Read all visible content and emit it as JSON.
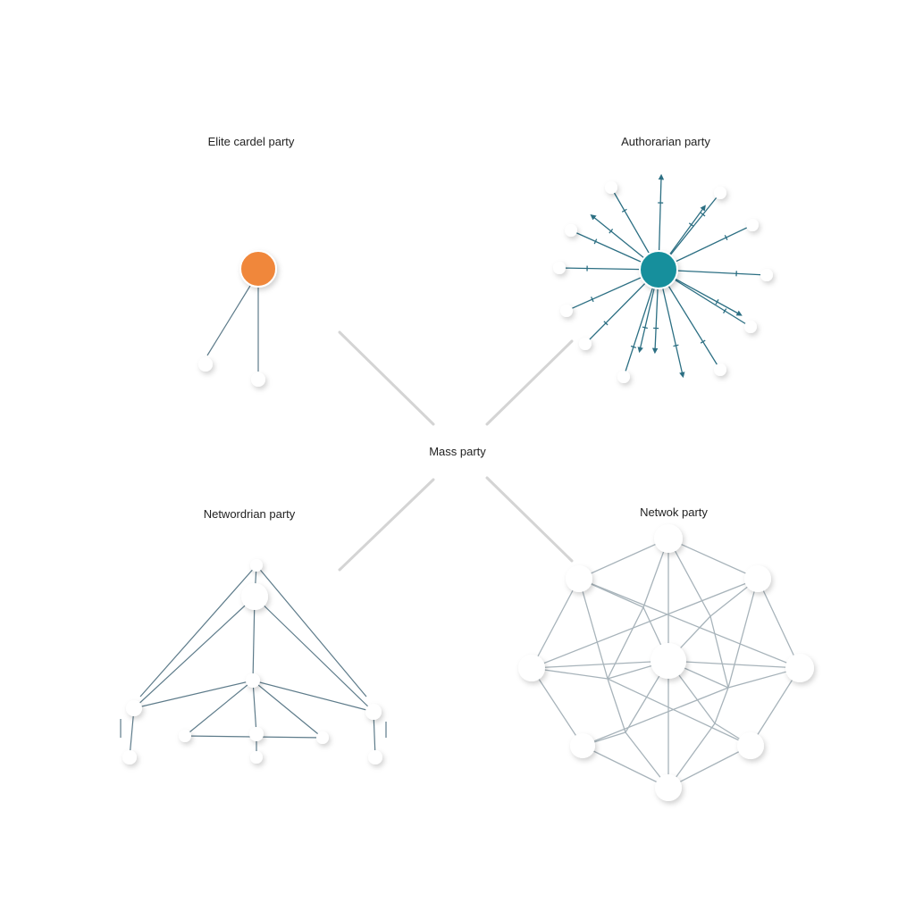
{
  "labels": {
    "elite": "Elite cardel party",
    "authoritarian": "Authorarian party",
    "mass": "Mass party",
    "networdrian": "Networdrian party",
    "network": "Netwok party"
  },
  "colors": {
    "background": "#ffffff",
    "elite_node": "#f0873a",
    "authoritarian_hub": "#168f9c",
    "authoritarian_spoke": "#2c6f83",
    "edge": "#8fa2ad",
    "mass_connector": "#d4d4d4",
    "node_fill": "#ffffff"
  }
}
